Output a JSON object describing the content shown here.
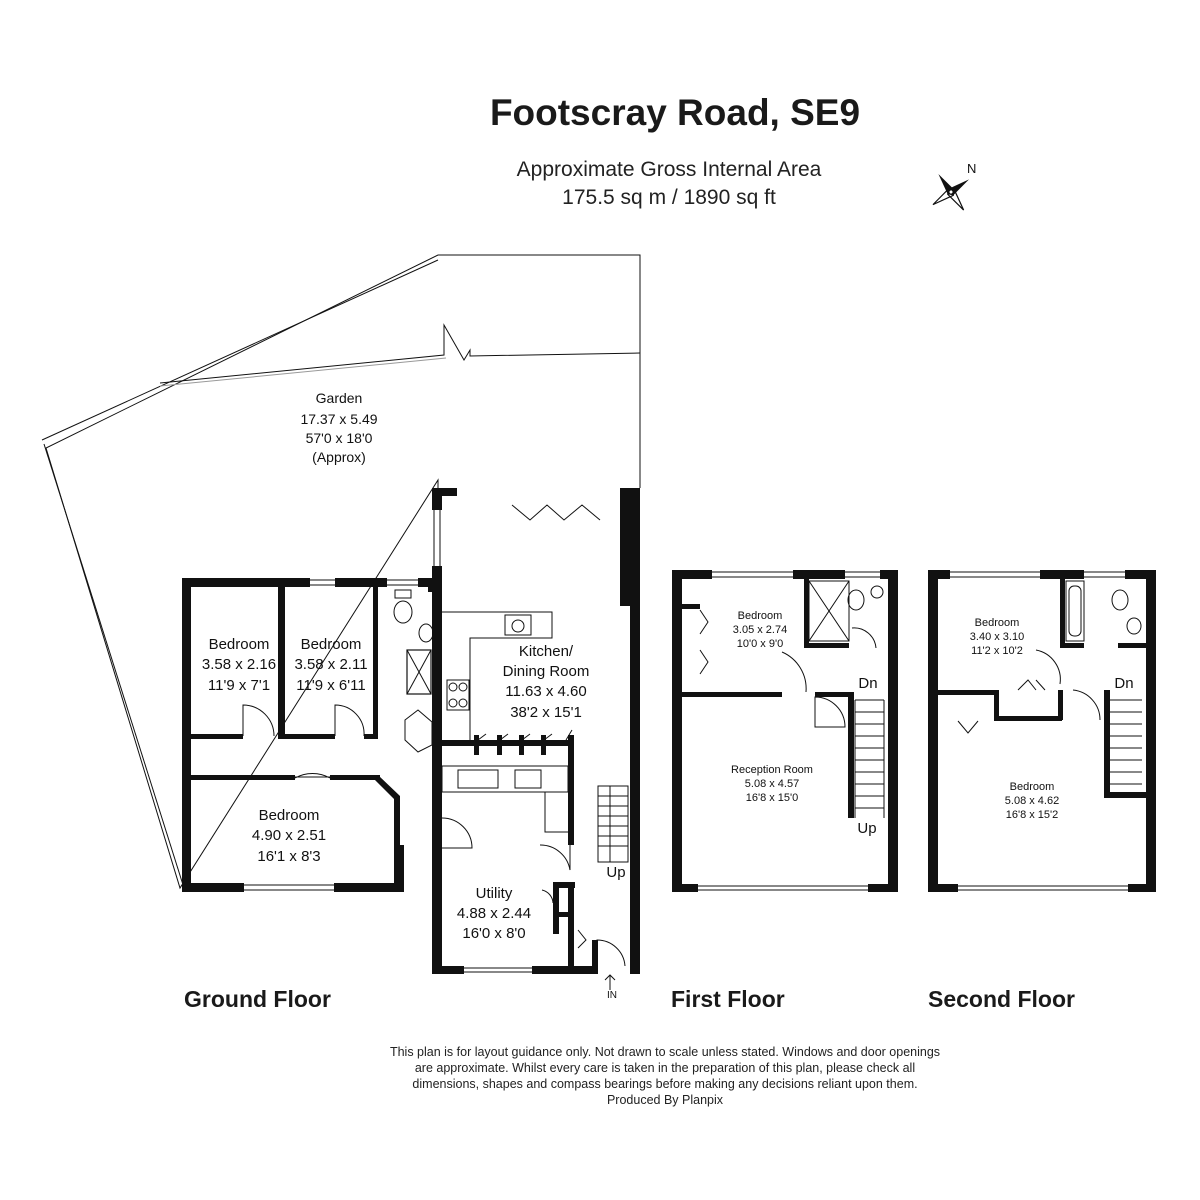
{
  "header": {
    "title": "Footscray Road, SE9",
    "area_line1": "Approximate Gross Internal Area",
    "area_line2": "175.5 sq m / 1890 sq ft",
    "compass_label": "N",
    "compass_icon": "compass-icon"
  },
  "floors": {
    "ground": "Ground Floor",
    "first": "First Floor",
    "second": "Second Floor"
  },
  "rooms": {
    "garden": {
      "name": "Garden",
      "metric": "17.37 x 5.49",
      "imperial": "57'0 x 18'0",
      "note": "(Approx)"
    },
    "g_bed1": {
      "name": "Bedroom",
      "metric": "3.58 x 2.16",
      "imperial": "11'9 x 7'1"
    },
    "g_bed2": {
      "name": "Bedroom",
      "metric": "3.58 x 2.11",
      "imperial": "11'9 x 6'11"
    },
    "g_bed3": {
      "name": "Bedroom",
      "metric": "4.90 x 2.51",
      "imperial": "16'1 x 8'3"
    },
    "kitchen": {
      "name1": "Kitchen/",
      "name2": "Dining Room",
      "metric": "11.63 x 4.60",
      "imperial": "38'2 x 15'1"
    },
    "utility": {
      "name": "Utility",
      "metric": "4.88 x 2.44",
      "imperial": "16'0 x 8'0"
    },
    "f_bed": {
      "name": "Bedroom",
      "metric": "3.05 x 2.74",
      "imperial": "10'0 x 9'0"
    },
    "reception": {
      "name": "Reception Room",
      "metric": "5.08 x 4.57",
      "imperial": "16'8 x 15'0"
    },
    "s_bed1": {
      "name": "Bedroom",
      "metric": "3.40 x 3.10",
      "imperial": "11'2 x 10'2"
    },
    "s_bed2": {
      "name": "Bedroom",
      "metric": "5.08 x 4.62",
      "imperial": "16'8 x 15'2"
    }
  },
  "stairs": {
    "ground_up": "Up",
    "first_dn": "Dn",
    "first_up": "Up",
    "second_dn": "Dn",
    "entrance": "IN"
  },
  "disclaimer": {
    "line1": "This plan is for layout guidance only. Not drawn to scale unless stated. Windows and door openings",
    "line2": "are approximate. Whilst every care is taken in the preparation of this plan, please check all",
    "line3": "dimensions, shapes and compass bearings before making any decisions reliant upon them.",
    "line4": "Produced By Planpix"
  }
}
